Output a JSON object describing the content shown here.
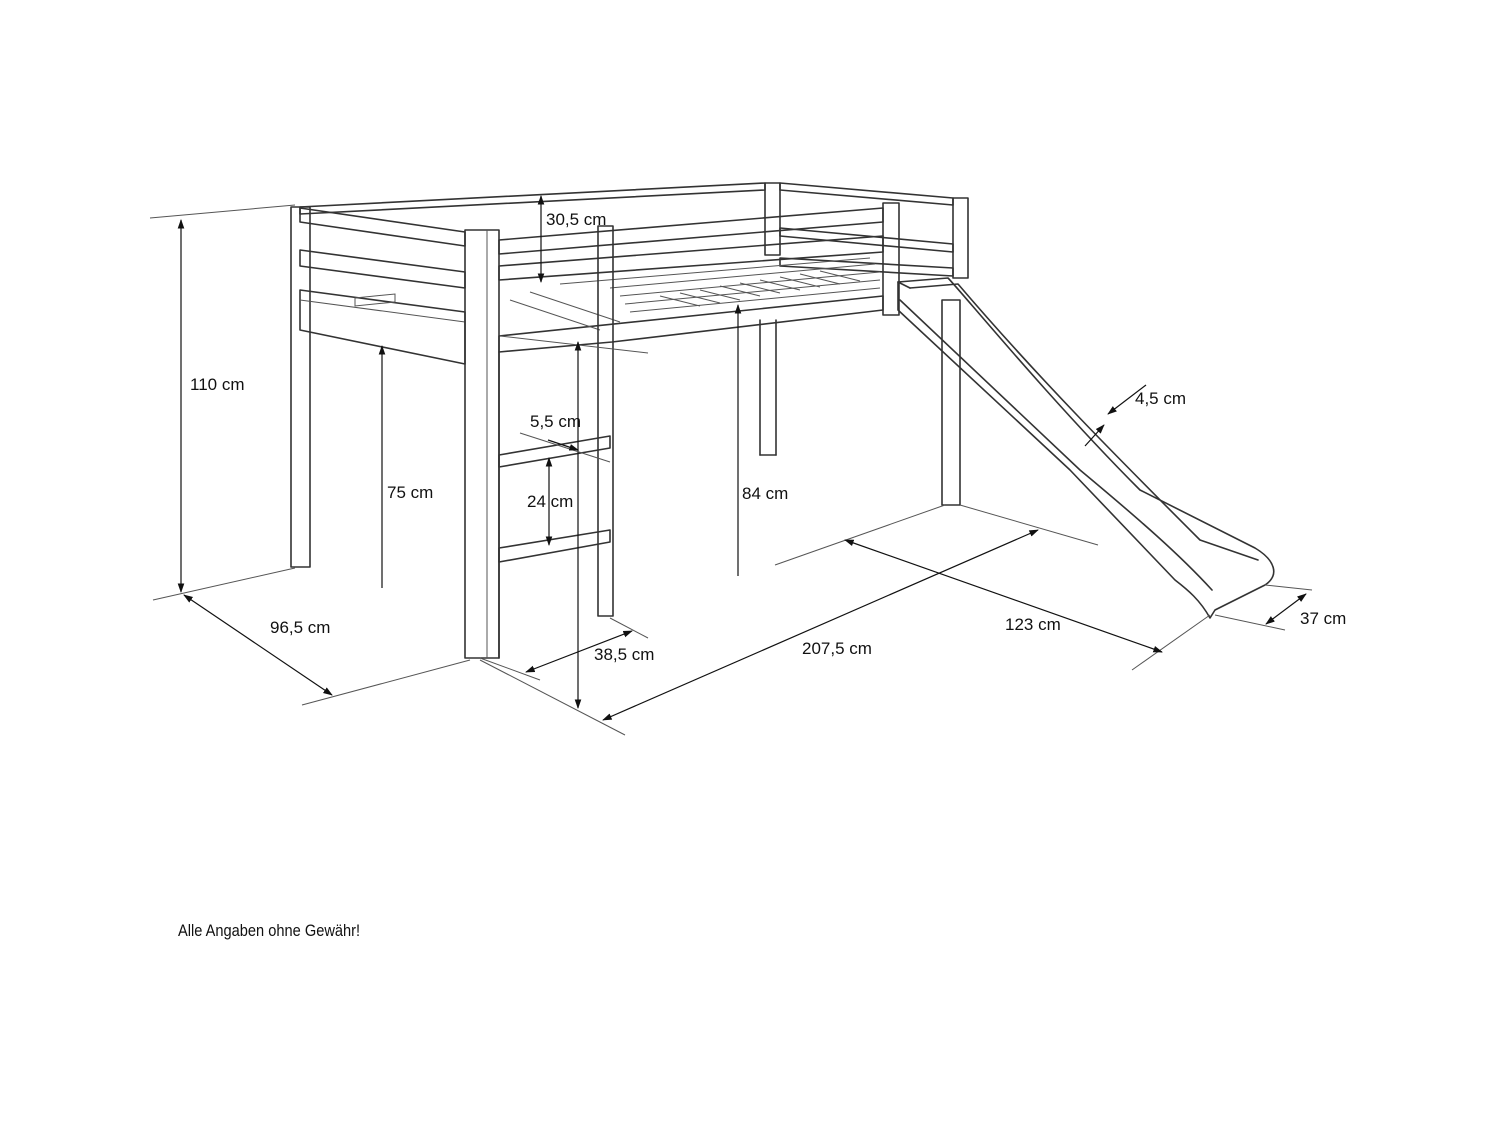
{
  "dimensions": {
    "total_height": "110 cm",
    "rail_height": "30,5 cm",
    "under_bed_height": "75 cm",
    "bed_top_height": "84 cm",
    "ladder_rung_width": "5,5 cm",
    "ladder_rung_spacing": "24 cm",
    "ladder_width": "38,5 cm",
    "bed_depth": "96,5 cm",
    "bed_length": "207,5 cm",
    "slide_length": "123 cm",
    "slide_thickness": "4,5 cm",
    "slide_width": "37 cm"
  },
  "disclaimer": "Alle Angaben ohne Gewähr!"
}
